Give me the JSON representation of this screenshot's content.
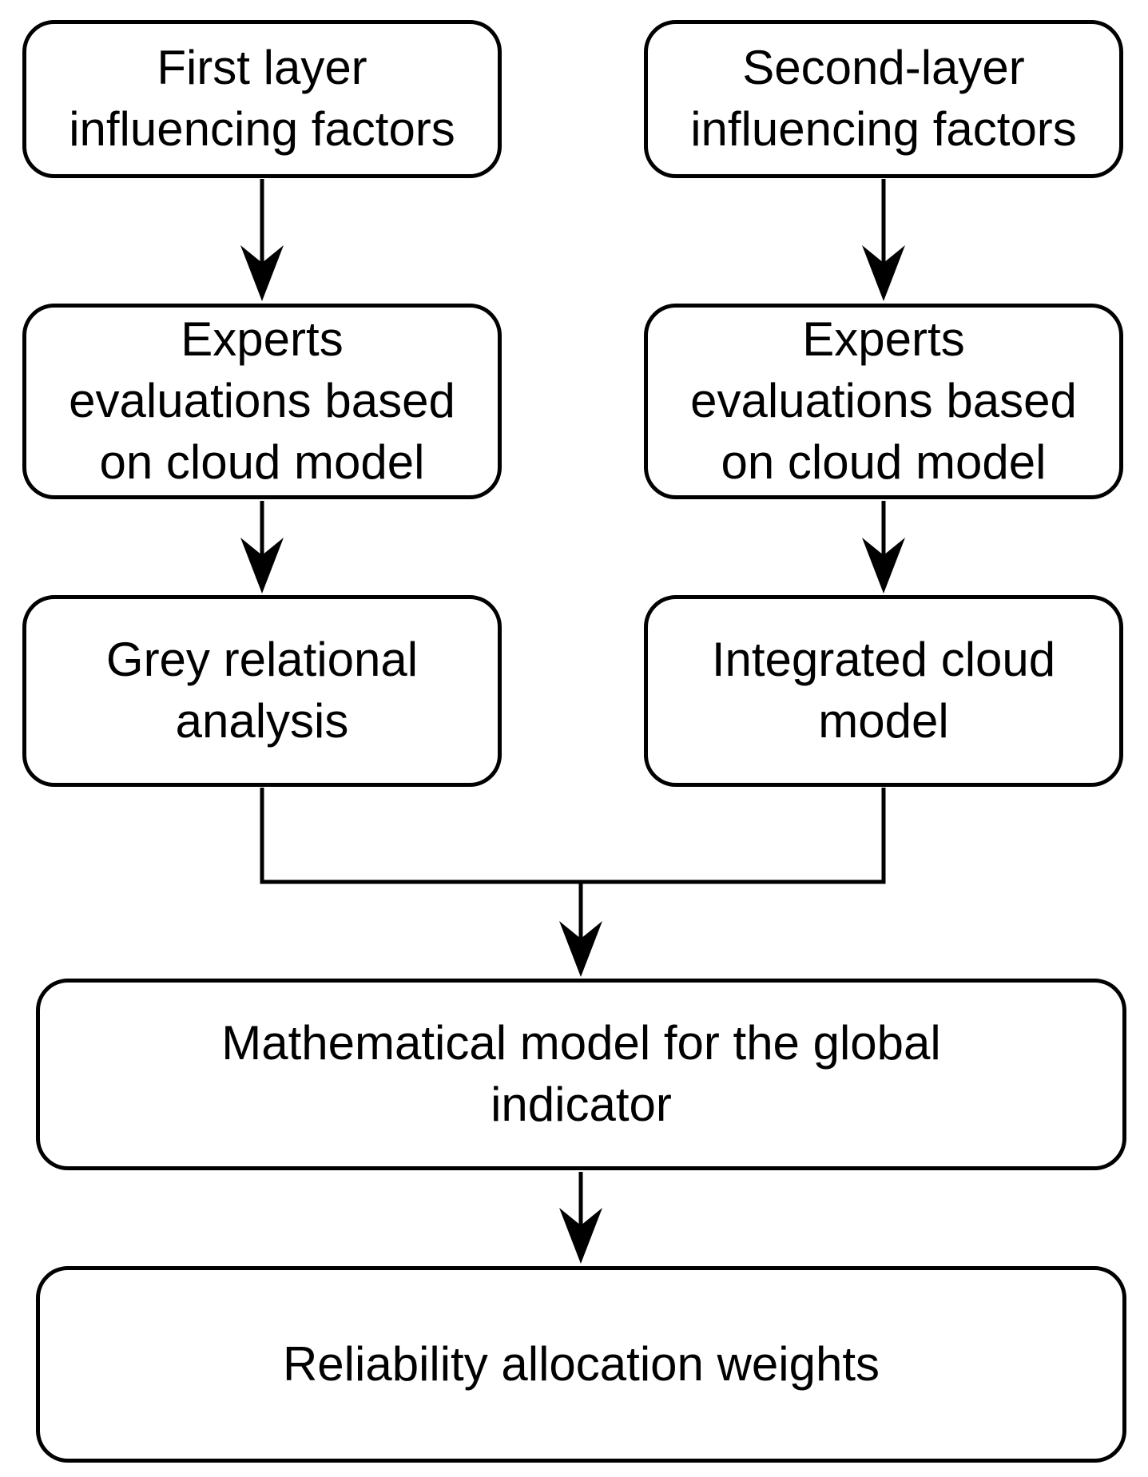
{
  "diagram_type": "flowchart",
  "colors": {
    "stroke": "#000000",
    "fill": "#ffffff",
    "text": "#000000",
    "background": "#ffffff"
  },
  "nodes": {
    "first_layer": {
      "label": "First layer\ninfluencing factors"
    },
    "second_layer": {
      "label": "Second-layer\ninfluencing factors"
    },
    "experts_first": {
      "label": "Experts\nevaluations based\non cloud model"
    },
    "experts_second": {
      "label": "Experts\nevaluations based\non cloud model"
    },
    "grey_relational": {
      "label": "Grey relational\nanalysis"
    },
    "integrated_cloud": {
      "label": "Integrated cloud\nmodel"
    },
    "global_indicator": {
      "label": "Mathematical model for the global\nindicator"
    },
    "reliability_weights": {
      "label": "Reliability allocation weights"
    }
  },
  "edges": [
    {
      "from": "first_layer",
      "to": "experts_first",
      "type": "arrow"
    },
    {
      "from": "second_layer",
      "to": "experts_second",
      "type": "arrow"
    },
    {
      "from": "experts_first",
      "to": "grey_relational",
      "type": "arrow"
    },
    {
      "from": "experts_second",
      "to": "integrated_cloud",
      "type": "arrow"
    },
    {
      "from": "grey_relational",
      "to": "global_indicator",
      "type": "merge-arrow"
    },
    {
      "from": "integrated_cloud",
      "to": "global_indicator",
      "type": "merge-arrow"
    },
    {
      "from": "global_indicator",
      "to": "reliability_weights",
      "type": "arrow"
    }
  ]
}
